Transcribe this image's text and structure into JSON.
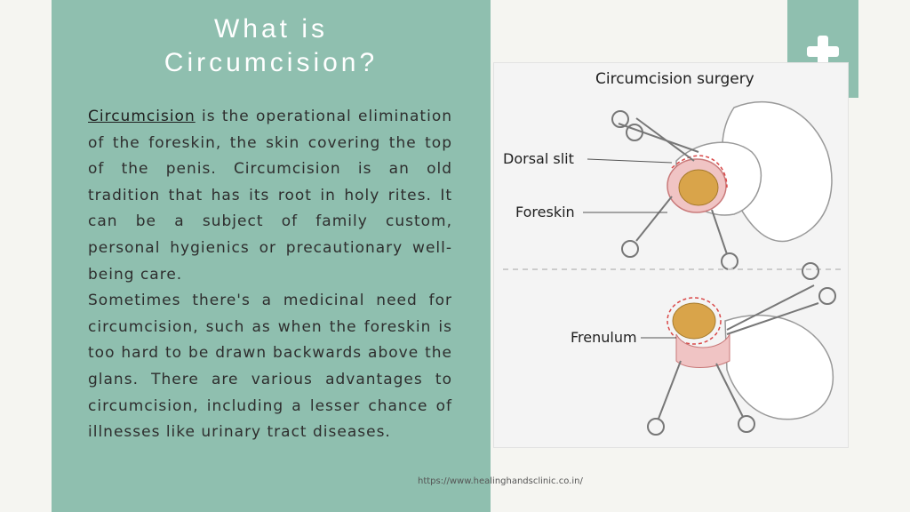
{
  "slide": {
    "title_line1": "What is",
    "title_line2": "Circumcision?",
    "paragraph1_link": "Circumcision",
    "paragraph1_rest": " is the operational elimination of the foreskin, the skin covering the top of the penis. Circumcision is an old tradition that has its root in holy rites. It can be a subject of family custom, personal hygienics or precautionary well-being care.",
    "paragraph2": "Sometimes there's a medicinal need for circumcision, such as when the foreskin is too hard to be drawn backwards above the glans. There are various advantages to circumcision, including a lesser chance of illnesses like urinary tract diseases.",
    "footer_url": "https://www.healinghandsclinic.co.in/"
  },
  "figure": {
    "title": "Circumcision surgery",
    "labels": {
      "dorsal_slit": "Dorsal slit",
      "foreskin": "Foreskin",
      "frenulum": "Frenulum"
    }
  },
  "icons": {
    "corner": "plus-icon"
  },
  "colors": {
    "panel": "#8fbfaf",
    "background": "#f5f5f1",
    "glans": "#d9a44a",
    "foreskin_pink": "#f0b6b6"
  }
}
